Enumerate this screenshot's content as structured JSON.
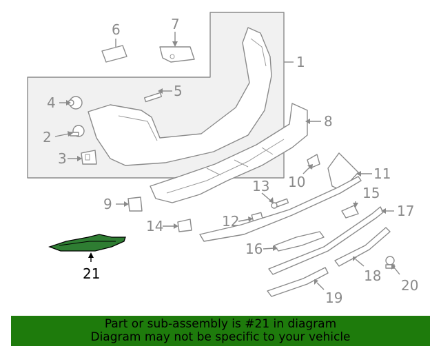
{
  "callouts": {
    "c1": "1",
    "c2": "2",
    "c3": "3",
    "c4": "4",
    "c5": "5",
    "c6": "6",
    "c7": "7",
    "c8": "8",
    "c9": "9",
    "c10": "10",
    "c11": "11",
    "c12": "12",
    "c13": "13",
    "c14": "14",
    "c15": "15",
    "c16": "16",
    "c17": "17",
    "c18": "18",
    "c19": "19",
    "c20": "20",
    "c21": "21"
  },
  "highlight": {
    "part_number": "21",
    "color": "#1e7b0c"
  },
  "banner": {
    "line1": "Part or sub-assembly is #21 in diagram",
    "line2": "Diagram may not be specific to your vehicle"
  }
}
